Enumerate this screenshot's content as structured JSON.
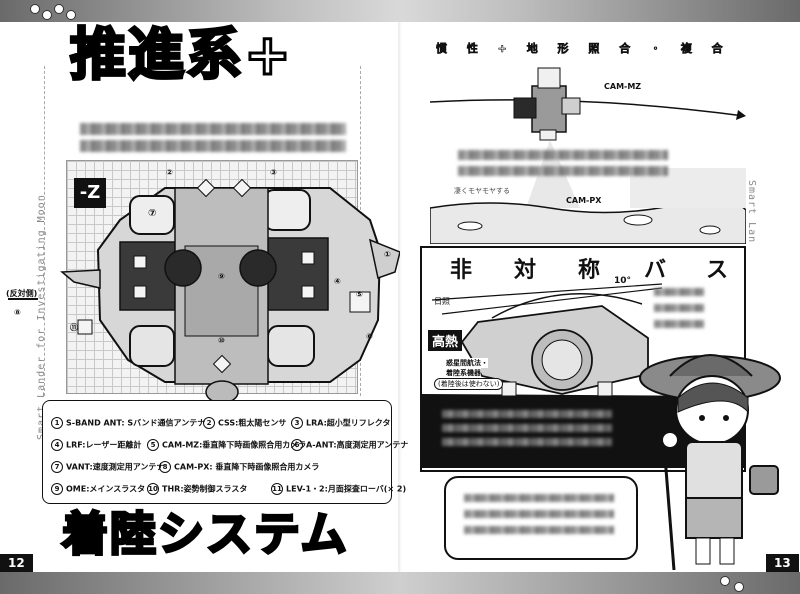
{
  "left_page": {
    "number": "12",
    "title_top": "推進系+",
    "title_bottom": "着陸システム",
    "view_label": "-Z",
    "side_text": "Smart Lander for Investigating Moon",
    "reverse_side": "(反対側)",
    "callout_numbers": [
      "①",
      "②",
      "③",
      "④",
      "⑤",
      "⑥",
      "⑦",
      "⑧",
      "⑨",
      "⑩",
      "⑪"
    ],
    "legend": [
      {
        "num": "1",
        "text": "S-BAND ANT: Sバンド通信アンテナ"
      },
      {
        "num": "2",
        "text": "CSS:粗太陽センサ"
      },
      {
        "num": "3",
        "text": "LRA:超小型リフレクタ"
      },
      {
        "num": "4",
        "text": "LRF:レーザー距離計"
      },
      {
        "num": "5",
        "text": "CAM-MZ:垂直降下時画像照合用カメラ"
      },
      {
        "num": "6",
        "text": "A-ANT:高度測定用アンテナ"
      },
      {
        "num": "7",
        "text": "VANT:速度測定用アンテナ"
      },
      {
        "num": "8",
        "text": "CAM-PX: 垂直降下時画像照合用カメラ"
      },
      {
        "num": "9",
        "text": "OME:メインスラスタ"
      },
      {
        "num": "10",
        "text": "THR:姿勢制御スラスタ"
      },
      {
        "num": "11",
        "text": "LEV-1・2:月面探査ローバ(× 2)"
      }
    ]
  },
  "right_page": {
    "number": "13",
    "header": "慣 性 + 地 形 照 合 ・ 複 合 誘 導",
    "cam_mz": "CAM-MZ",
    "cam_px": "CAM-PX",
    "moya_note": "凄くモヤモヤする",
    "side_text": "Smart Lan",
    "frame_title": [
      "非",
      "対",
      "称",
      "バ",
      "ス"
    ],
    "angle": "10°",
    "sun_label": "日照",
    "heat_label": "高熱",
    "equip_note_1": "惑星間航法・",
    "equip_note_2": "着陸系機器",
    "equip_note_3": "(着陸後は使わない)"
  },
  "colors": {
    "dark": "#111111",
    "bar": "#6a6a6a",
    "grid": "#c9c9c9",
    "shade": "#2a2a2a"
  }
}
